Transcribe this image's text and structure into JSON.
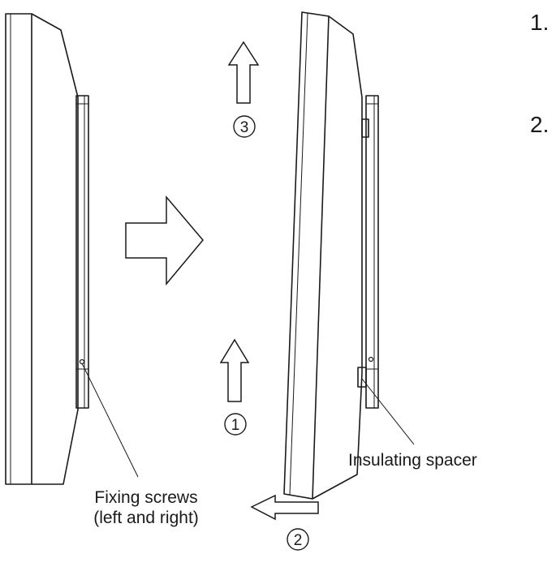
{
  "steps": {
    "step1_number": "1.",
    "step2_number": "2.",
    "circled_1": "1",
    "circled_2": "2",
    "circled_3": "3"
  },
  "labels": {
    "fixing_screws_line1": "Fixing screws",
    "fixing_screws_line2": "(left and right)",
    "insulating_spacer": "Insulating spacer"
  }
}
